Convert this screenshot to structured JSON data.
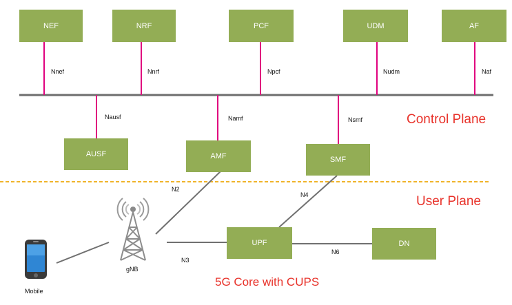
{
  "colors": {
    "box_fill": "#93ad55",
    "box_text": "#ffffff",
    "bus_line": "#6e6e6e",
    "interface_line": "#e0007e",
    "plane_divider": "#f0b429",
    "link_line": "#707070",
    "label_red": "#e8322a"
  },
  "functions": {
    "nef": "NEF",
    "nrf": "NRF",
    "pcf": "PCF",
    "udm": "UDM",
    "af": "AF",
    "ausf": "AUSF",
    "amf": "AMF",
    "smf": "SMF",
    "upf": "UPF",
    "dn": "DN"
  },
  "interfaces": {
    "nnef": "Nnef",
    "nnrf": "Nnrf",
    "npcf": "Npcf",
    "nudm": "Nudm",
    "naf": "Naf",
    "nausf": "Nausf",
    "namf": "Namf",
    "nsmf": "Nsmf",
    "n2": "N2",
    "n3": "N3",
    "n4": "N4",
    "n6": "N6"
  },
  "planes": {
    "control": "Control Plane",
    "user": "User Plane"
  },
  "nodes": {
    "gnb": "gNB",
    "mobile": "Mobile"
  },
  "caption": "5G Core with CUPS",
  "icons": {
    "tower": "cell-tower-icon",
    "phone": "mobile-phone-icon"
  }
}
